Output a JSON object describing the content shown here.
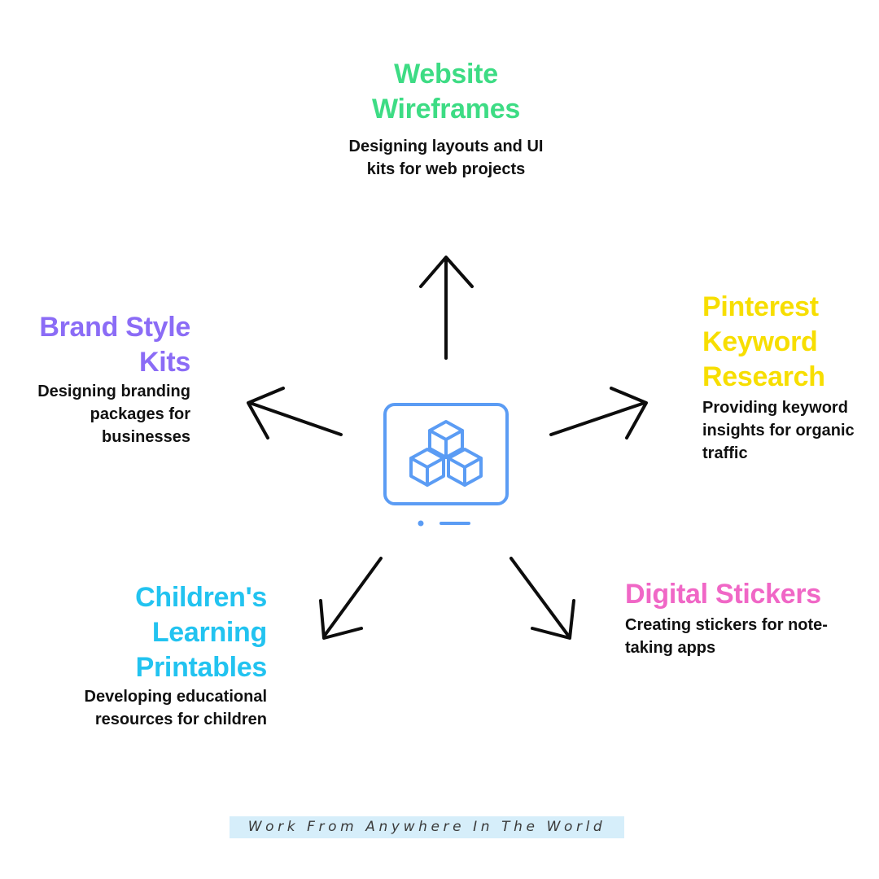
{
  "nodes": {
    "website": {
      "title": "Website Wireframes",
      "description": "Designing layouts and UI kits for web projects",
      "color": "#3ddc84"
    },
    "brand": {
      "title": "Brand Style Kits",
      "description": "Designing branding packages for businesses",
      "color": "#8b6cf6"
    },
    "pinterest": {
      "title": "Pinterest Keyword Research",
      "description": "Providing keyword insights for organic traffic",
      "color": "#f7de00"
    },
    "children": {
      "title": "Children's Learning Printables",
      "description": "Developing educational resources for children",
      "color": "#22c3f0"
    },
    "stickers": {
      "title": "Digital Stickers",
      "description": "Creating stickers for note-taking apps",
      "color": "#f067c6"
    }
  },
  "center": {
    "icon": "monitor-cubes-icon",
    "color": "#5b9cf4"
  },
  "arrow_color": "#0d0d0d",
  "footer": {
    "tagline": "Work From Anywhere In The World",
    "background": "#d6eefa"
  }
}
